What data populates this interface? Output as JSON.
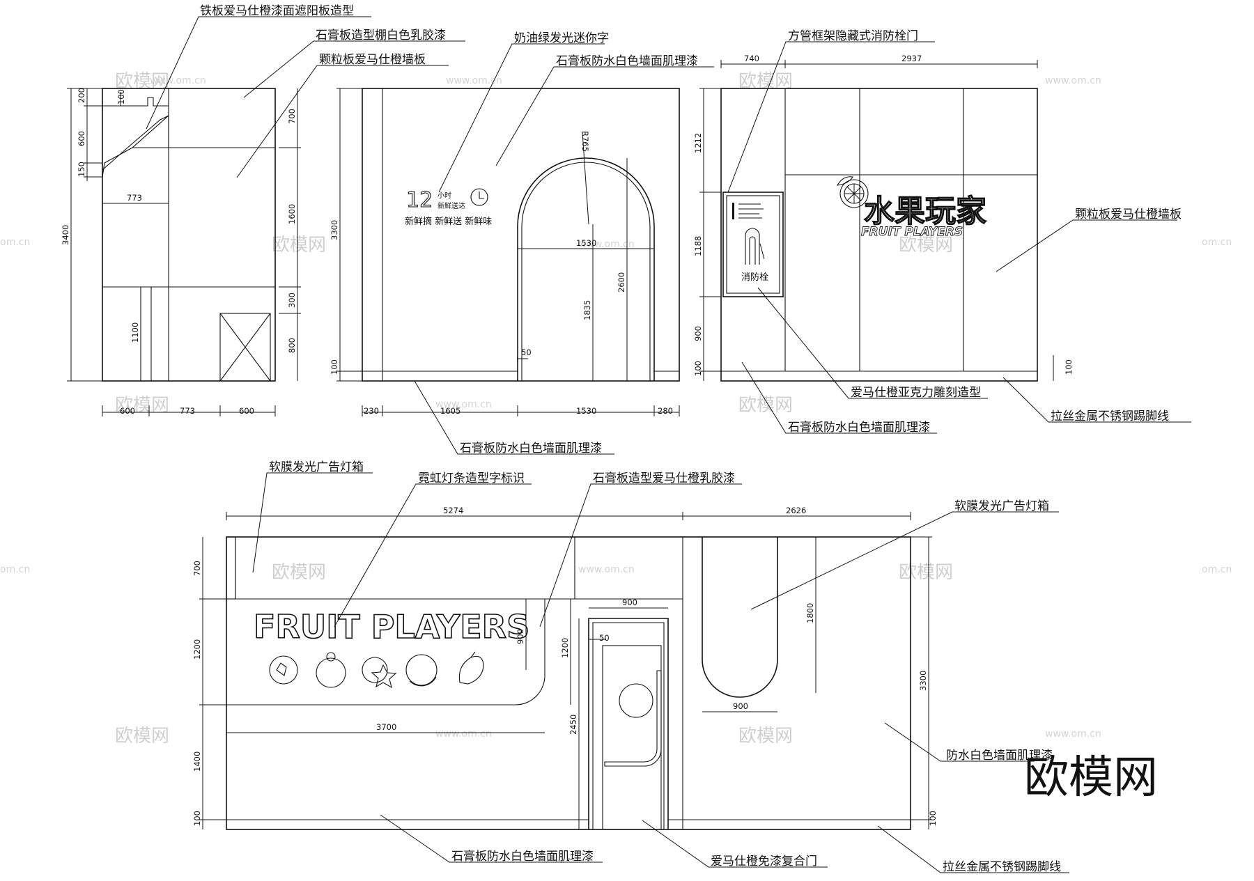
{
  "labels": {
    "iron_sunshade": "铁板爱马仕橙漆面遮阳板造型",
    "gypsum_ceiling_white": "石膏板造型棚白色乳胶漆",
    "particle_board_left": "颗粒板爱马仕橙墙板",
    "mini_letters": "奶油绿发光迷你字",
    "gypsum_wall_top": "石膏板防水白色墙面肌理漆",
    "hidden_hydrant": "方管框架隐藏式消防栓门",
    "particle_board_right": "颗粒板爱马仕橙墙板",
    "acrylic_carving": "爱马仕橙亚克力雕刻造型",
    "gypsum_wall_mid": "石膏板防水白色墙面肌理漆",
    "steel_skirting_top": "拉丝金属不锈钢踢脚线",
    "gypsum_wall_center": "石膏板防水白色墙面肌理漆",
    "lightbox_left": "软膜发光广告灯箱",
    "neon_sign": "霓虹灯条造型字标识",
    "gypsum_orange_latex": "石膏板造型爱马仕橙乳胶漆",
    "lightbox_right": "软膜发光广告灯箱",
    "waterproof_white": "防水白色墙面肌理漆",
    "gypsum_wall_bottom": "石膏板防水白色墙面肌理漆",
    "composite_door": "爱马仕橙免漆复合门",
    "steel_skirting_bottom": "拉丝金属不锈钢踢脚线"
  },
  "dimensions": {
    "v1_heights": [
      "200",
      "600",
      "150",
      "3400",
      "700",
      "1600",
      "300",
      "800",
      "1100"
    ],
    "v1_inner": [
      "100",
      "773"
    ],
    "v1_bottom": [
      "600",
      "773",
      "600"
    ],
    "v2_heights": [
      "3300",
      "100",
      "2600",
      "1835"
    ],
    "v2_radius": "R765",
    "v2_arch_width": "1530",
    "v2_gap": "50",
    "v2_bottom": [
      "230",
      "1605",
      "1530",
      "280"
    ],
    "v3_top": [
      "740",
      "2937"
    ],
    "v3_heights": [
      "1212",
      "1188",
      "900",
      "100",
      "100"
    ],
    "v4_top": [
      "5274",
      "2626"
    ],
    "v4_left": [
      "700",
      "1200",
      "1400",
      "100"
    ],
    "v4_inner": [
      "900",
      "1200",
      "2450",
      "3700",
      "900",
      "50",
      "1800",
      "900"
    ],
    "v4_right": [
      "3300",
      "100"
    ]
  },
  "signs": {
    "mini_hours": "12",
    "mini_unit": "小时",
    "mini_line1": "新鲜送达",
    "mini_line2": "新鲜摘 新鲜送 新鲜味",
    "hydrant_label": "消防栓",
    "logo_cn": "水果玩家",
    "logo_en": "FRUIT PLAYERS",
    "neon_text": "FRUIT PLAYERS"
  },
  "watermarks": {
    "brand": "欧模网",
    "url": "www.om.cn",
    "url_edge": "om.cn"
  },
  "colors": {
    "line": "#111111",
    "watermark": "#cfcfcf",
    "background": "#ffffff"
  }
}
